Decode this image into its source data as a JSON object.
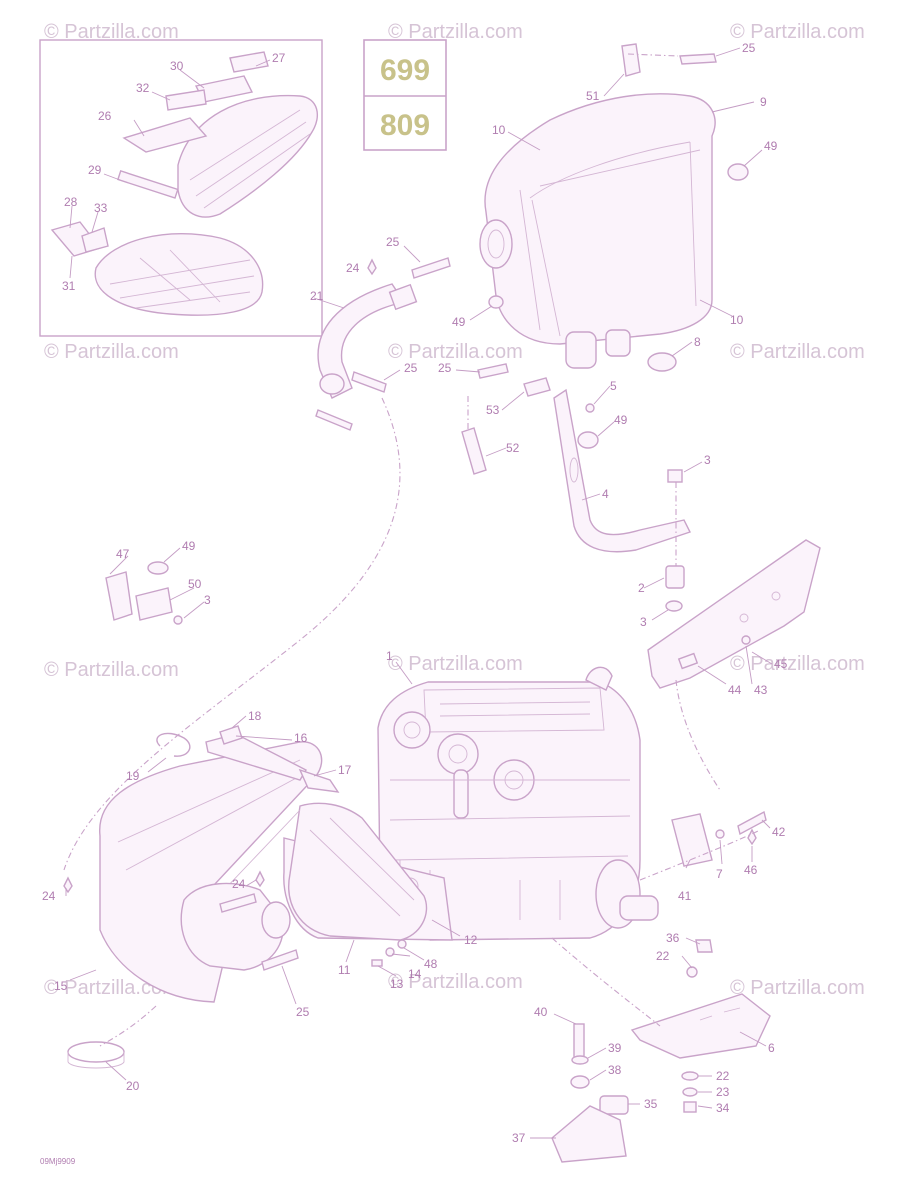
{
  "model_codes": [
    "699",
    "809"
  ],
  "figure_id": "09Mj9909",
  "watermark": "© Partzilla.com",
  "colors": {
    "line": "#c9a3c9",
    "label": "#b07db0",
    "code_text": "#c8c28a",
    "watermark": "#d6c4d6"
  },
  "callouts": [
    "1",
    "2",
    "3",
    "3",
    "3",
    "3",
    "4",
    "5",
    "6",
    "7",
    "8",
    "9",
    "10",
    "10",
    "11",
    "12",
    "13",
    "14",
    "15",
    "16",
    "17",
    "18",
    "19",
    "20",
    "21",
    "22",
    "22",
    "23",
    "24",
    "24",
    "24",
    "25",
    "25",
    "25",
    "25",
    "25",
    "26",
    "27",
    "28",
    "29",
    "30",
    "31",
    "32",
    "33",
    "34",
    "35",
    "36",
    "37",
    "38",
    "39",
    "40",
    "41",
    "42",
    "43",
    "44",
    "45",
    "46",
    "47",
    "48",
    "49",
    "49",
    "49",
    "49",
    "50",
    "51",
    "52",
    "53"
  ]
}
